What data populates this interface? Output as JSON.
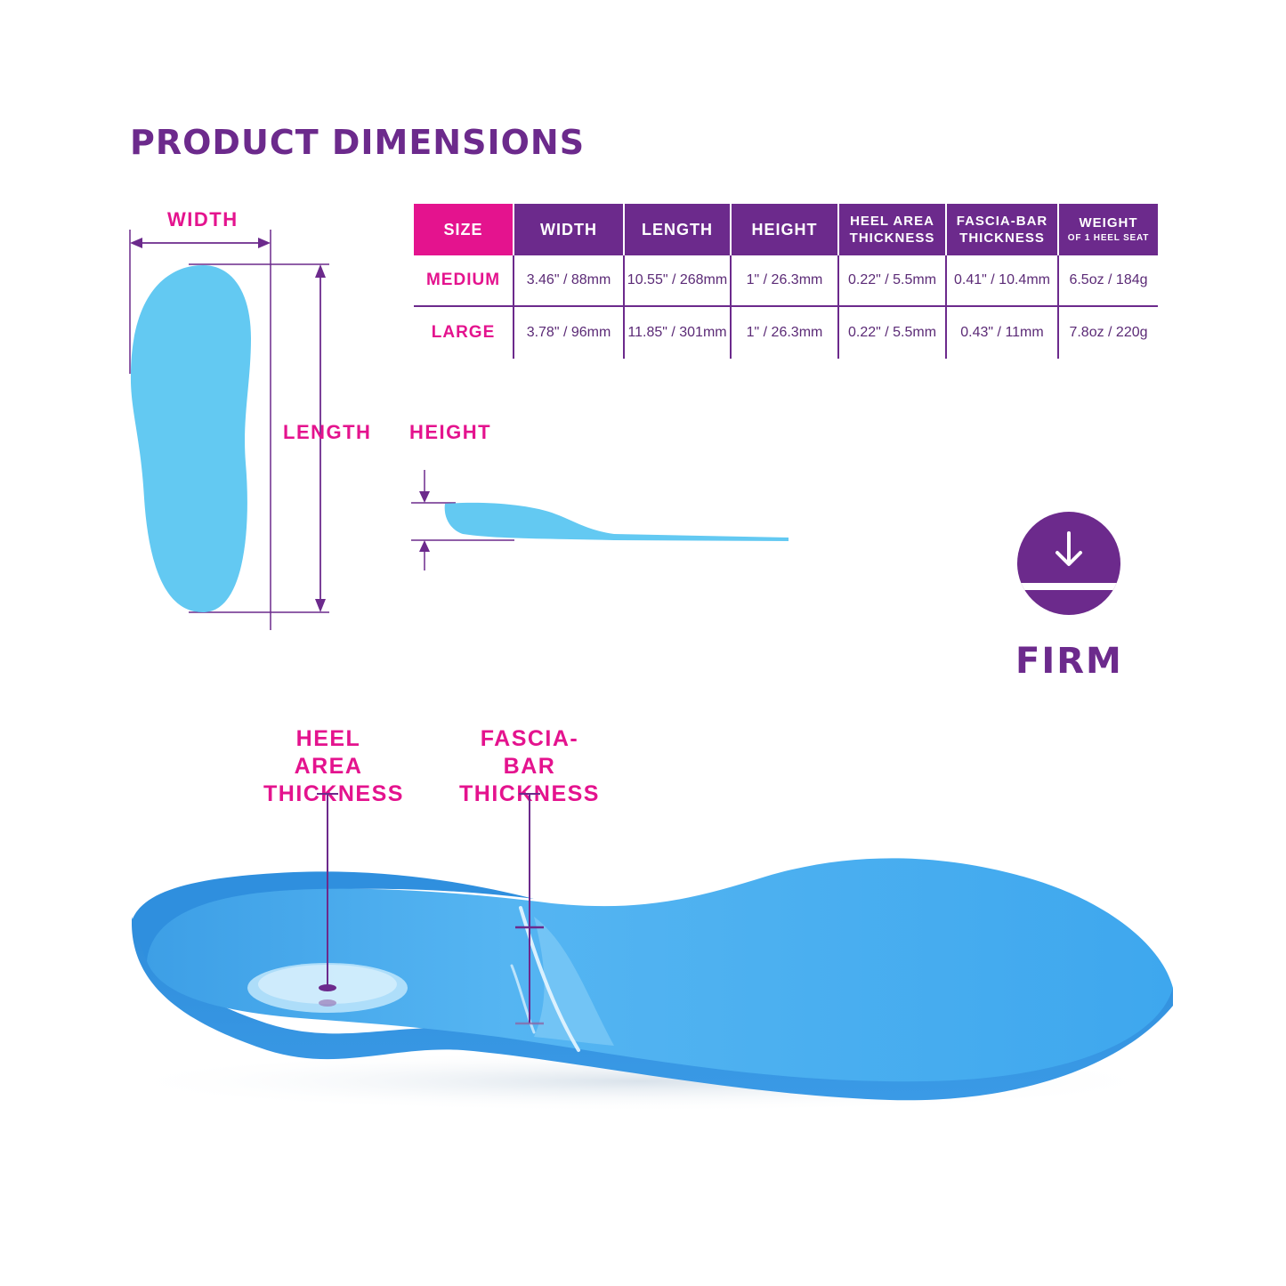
{
  "title": "PRODUCT DIMENSIONS",
  "diagram_labels": {
    "width": "WIDTH",
    "length": "LENGTH",
    "height": "HEIGHT"
  },
  "table": {
    "headers": {
      "size": "SIZE",
      "width": "WIDTH",
      "length": "LENGTH",
      "height": "HEIGHT",
      "heel_area_l1": "HEEL AREA",
      "heel_area_l2": "THICKNESS",
      "fascia_bar_l1": "FASCIA-BAR",
      "fascia_bar_l2": "THICKNESS",
      "weight_l1": "WEIGHT",
      "weight_l2": "OF 1 HEEL SEAT"
    },
    "rows": [
      {
        "size": "MEDIUM",
        "width": "3.46\" / 88mm",
        "length": "10.55\" / 268mm",
        "height": "1\" / 26.3mm",
        "heel_area": "0.22\" / 5.5mm",
        "fascia_bar": "0.41\" / 10.4mm",
        "weight": "6.5oz / 184g"
      },
      {
        "size": "LARGE",
        "width": "3.78\" / 96mm",
        "length": "11.85\" / 301mm",
        "height": "1\" / 26.3mm",
        "heel_area": "0.22\" / 5.5mm",
        "fascia_bar": "0.43\" / 11mm",
        "weight": "7.8oz / 220g"
      }
    ]
  },
  "firmness": {
    "label": "FIRM",
    "icon": "arrow-down-icon"
  },
  "callouts": {
    "heel_area_l1": "HEEL AREA",
    "heel_area_l2": "THICKNESS",
    "fascia_bar_l1": "FASCIA-BAR",
    "fascia_bar_l2": "THICKNESS"
  },
  "colors": {
    "purple": "#6c2a8c",
    "magenta": "#e4138e",
    "insole_light": "#63c9f2",
    "insole_blue": "#3ea7ee"
  }
}
